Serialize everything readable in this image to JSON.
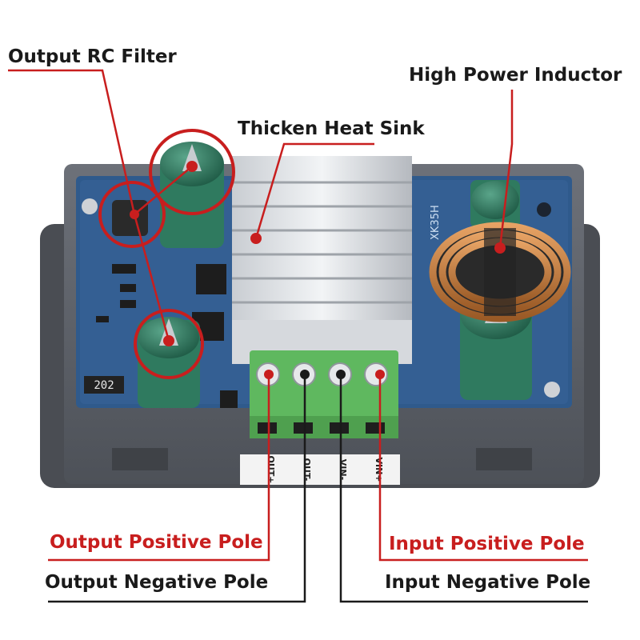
{
  "labels": {
    "output_rc_filter": "Output RC Filter",
    "high_power_inductor": "High Power Inductor",
    "thicken_heat_sink": "Thicken Heat Sink",
    "output_positive_pole": "Output Positive Pole",
    "output_negative_pole": "Output Negative Pole",
    "input_positive_pole": "Input Positive Pole",
    "input_negative_pole": "Input Negative Pole"
  },
  "board": {
    "chip_label": "202",
    "model_marking": "XK35H",
    "terminal_labels": [
      "OUT+",
      "OUT-",
      "VIN-",
      "VIN+"
    ]
  },
  "colors": {
    "highlight_red": "#c81e1e",
    "text_black": "#1a1a1a",
    "pcb_blue": "#2f5a8c",
    "terminal_green": "#5fb85f",
    "case_gray": "#5b5f66"
  }
}
